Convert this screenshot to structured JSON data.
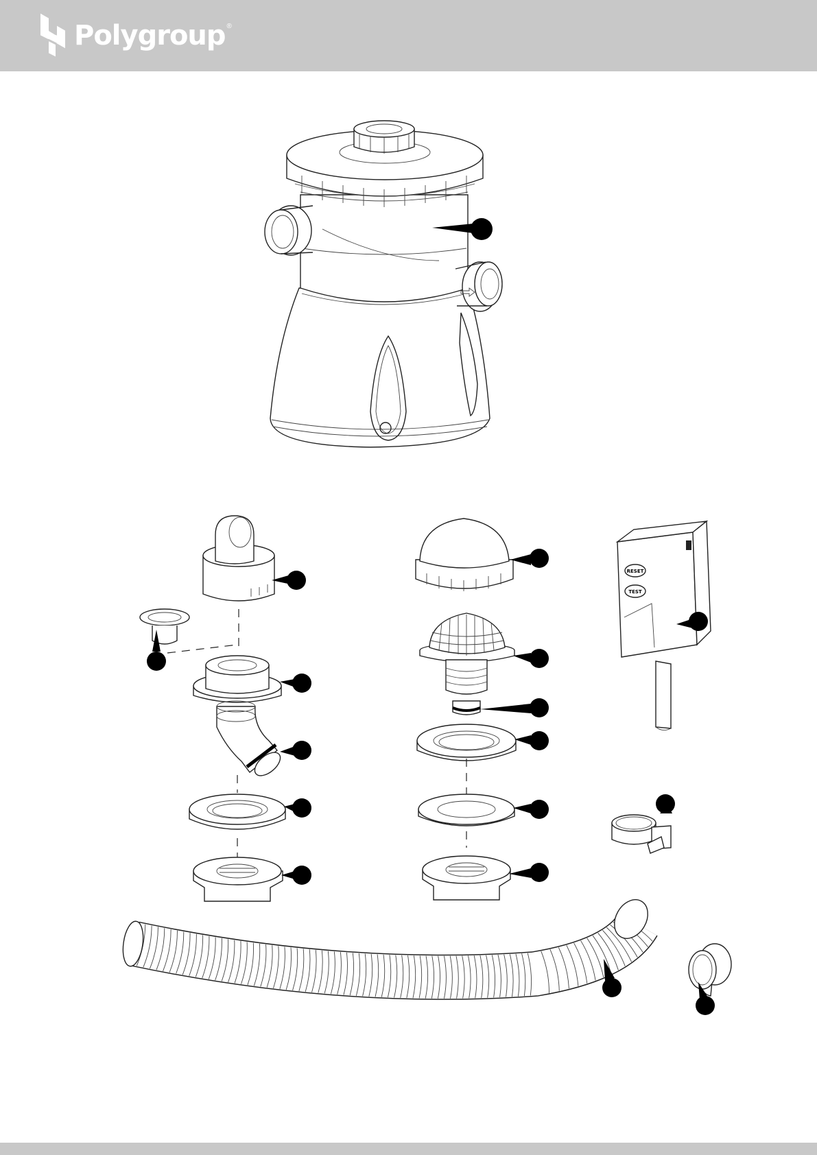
{
  "header": {
    "brand_name": "Polygroup",
    "registered_mark": "®",
    "logo_icon": "polygroup-logo-mark",
    "background_color": "#c8c8c8",
    "text_color": "#ffffff"
  },
  "diagram": {
    "style": "exploded parts view, line art",
    "callout_color": "#000000",
    "parts": [
      {
        "id": "pump-housing",
        "callout_label": ""
      },
      {
        "id": "strainer-inlet-fitting",
        "callout_label": ""
      },
      {
        "id": "plunger-plug",
        "callout_label": ""
      },
      {
        "id": "inlet-flange",
        "callout_label": ""
      },
      {
        "id": "elbow-connector",
        "callout_label": ""
      },
      {
        "id": "left-flat-washer",
        "callout_label": ""
      },
      {
        "id": "left-nut",
        "callout_label": ""
      },
      {
        "id": "strainer-cap",
        "callout_label": ""
      },
      {
        "id": "strainer-grid",
        "callout_label": ""
      },
      {
        "id": "o-ring",
        "callout_label": ""
      },
      {
        "id": "threaded-washer",
        "callout_label": ""
      },
      {
        "id": "right-flat-washer",
        "callout_label": ""
      },
      {
        "id": "right-nut",
        "callout_label": ""
      },
      {
        "id": "gfci-plug",
        "callout_label": ""
      },
      {
        "id": "hose-clamp",
        "callout_label": ""
      },
      {
        "id": "hose",
        "callout_label": ""
      },
      {
        "id": "hose-adapter",
        "callout_label": ""
      }
    ],
    "gfci_buttons": [
      "RESET",
      "TEST"
    ]
  },
  "footer": {
    "background_color": "#c8c8c8"
  }
}
